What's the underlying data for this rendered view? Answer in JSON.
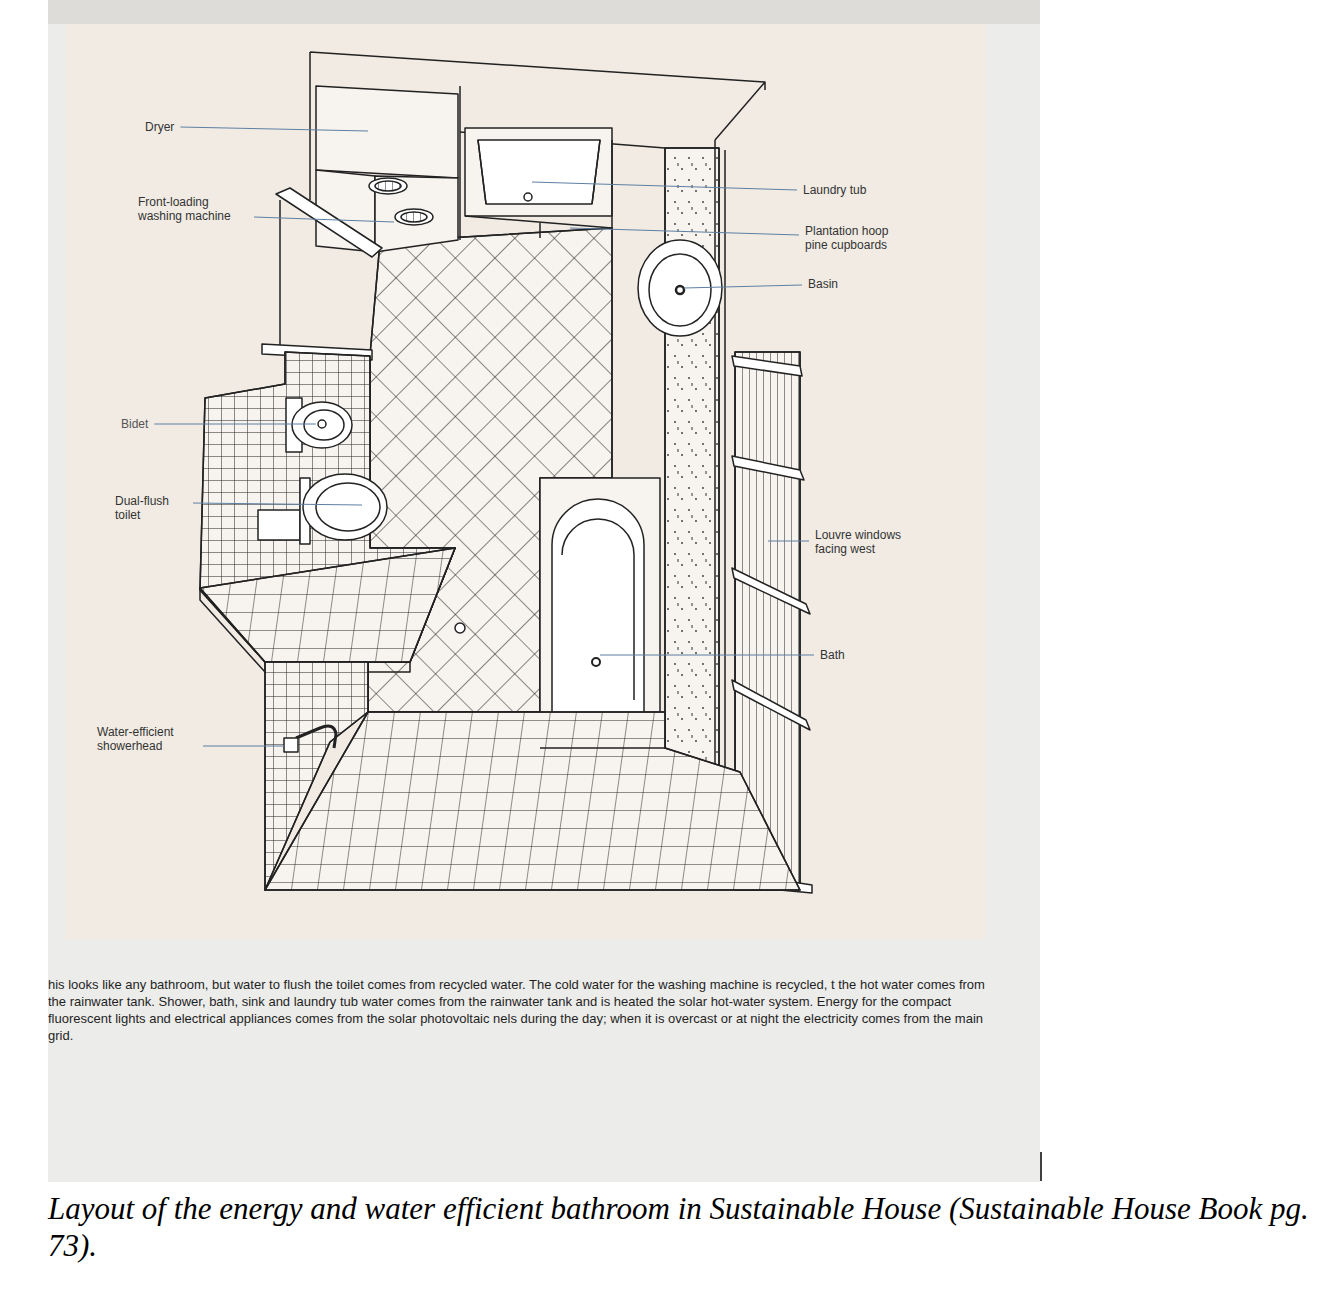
{
  "diagram": {
    "caption": "Layout of the energy and water efficient bathroom in Sustainable House (Sustainable House Book pg. 73).",
    "labels": [
      "Dryer",
      "Front-loading washing machine",
      "Bidet",
      "Dual-flush toilet",
      "Water-efficient showerhead",
      "Laundry tub",
      "Plantation hoop pine cupboards",
      "Basin",
      "Louvre windows facing west",
      "Bath",
      "his looks like any bathroom, but water to flush the toilet comes from recycled water. The cold water for the washing machine is recycled, t the hot water comes from the rainwater tank. Shower, bath, sink and laundry tub water comes from the rainwater tank and is heated the solar hot-water system. Energy for the compact fluorescent lights and electrical appliances comes from the solar photovoltaic nels during the day; when it is overcast or at night the electricity comes from the main grid."
    ]
  }
}
